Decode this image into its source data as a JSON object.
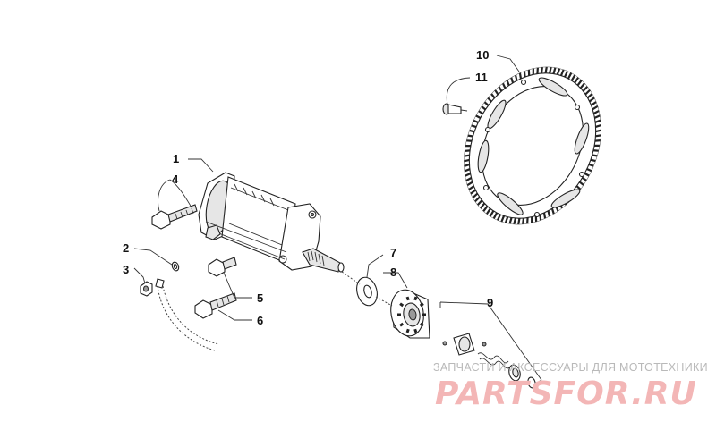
{
  "callouts": {
    "c1": "1",
    "c2": "2",
    "c3": "3",
    "c4": "4",
    "c5": "5",
    "c6": "6",
    "c7": "7",
    "c8": "8",
    "c9": "9",
    "c10": "10",
    "c11": "11"
  },
  "watermark": {
    "tagline": "ЗАПЧАСТИ И АКСЕССУАРЫ ДЛЯ МОТОТЕХНИКИ",
    "logo": "PARTSFOR.RU"
  },
  "colors": {
    "line": "#222222",
    "watermark_text": "#b9b9b9",
    "watermark_logo": "#f3b6b6"
  }
}
